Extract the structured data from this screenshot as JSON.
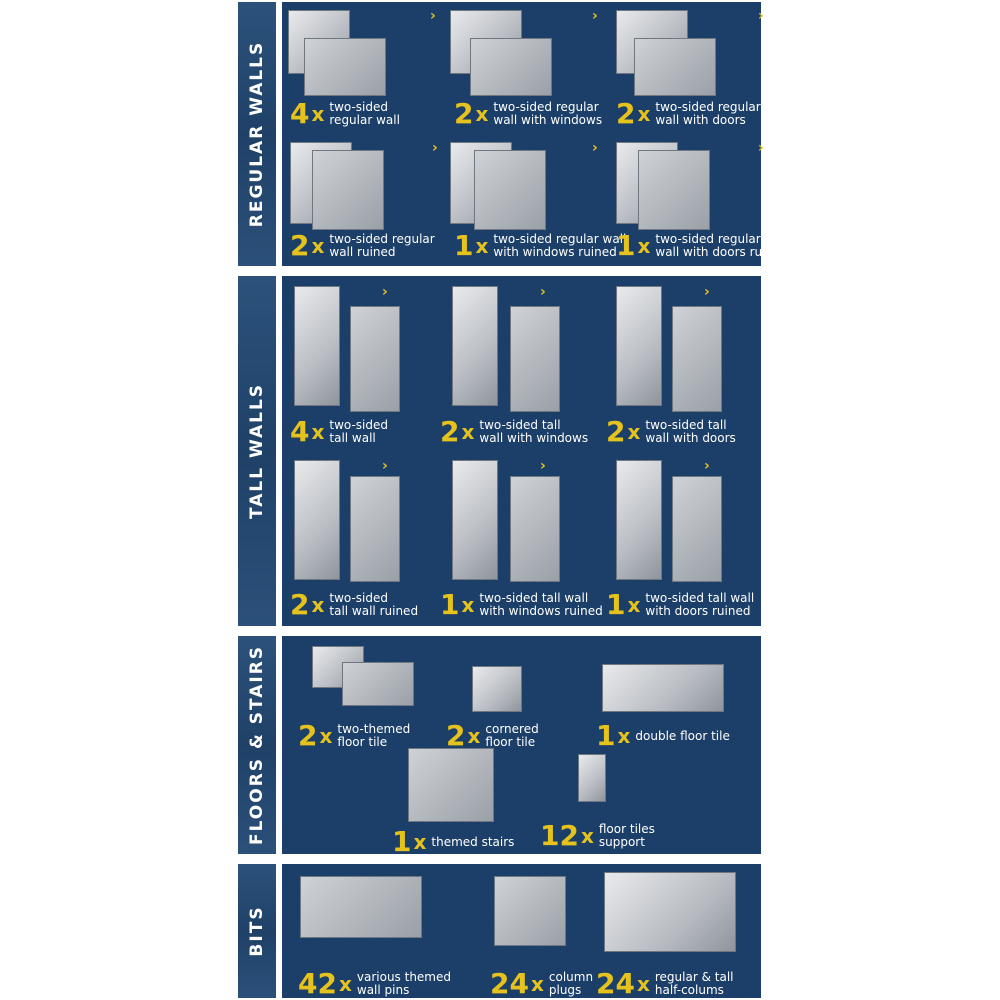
{
  "accent": "#e6c31c",
  "panel": "#1c3f69",
  "sections": [
    {
      "label": "REGULAR WALLS",
      "items": [
        {
          "count": "4",
          "x": "x",
          "l1": "two-sided",
          "l2": "regular wall"
        },
        {
          "count": "2",
          "x": "x",
          "l1": "two-sided regular",
          "l2": "wall with windows"
        },
        {
          "count": "2",
          "x": "x",
          "l1": "two-sided regular",
          "l2": "wall with doors"
        },
        {
          "count": "2",
          "x": "x",
          "l1": "two-sided regular",
          "l2": "wall ruined"
        },
        {
          "count": "1",
          "x": "x",
          "l1": "two-sided regular wall",
          "l2": "with windows ruined"
        },
        {
          "count": "1",
          "x": "x",
          "l1": "two-sided regular",
          "l2": "wall with doors ruined"
        }
      ]
    },
    {
      "label": "TALL WALLS",
      "items": [
        {
          "count": "4",
          "x": "x",
          "l1": "two-sided",
          "l2": "tall wall"
        },
        {
          "count": "2",
          "x": "x",
          "l1": "two-sided tall",
          "l2": "wall with windows"
        },
        {
          "count": "2",
          "x": "x",
          "l1": "two-sided tall",
          "l2": "wall with doors"
        },
        {
          "count": "2",
          "x": "x",
          "l1": "two-sided",
          "l2": "tall wall ruined"
        },
        {
          "count": "1",
          "x": "x",
          "l1": "two-sided tall wall",
          "l2": "with windows ruined"
        },
        {
          "count": "1",
          "x": "x",
          "l1": "two-sided tall wall",
          "l2": "with doors ruined"
        }
      ]
    },
    {
      "label": "FLOORS & STAIRS",
      "items": [
        {
          "count": "2",
          "x": "x",
          "l1": "two-themed",
          "l2": "floor tile"
        },
        {
          "count": "2",
          "x": "x",
          "l1": "cornered",
          "l2": "floor tile"
        },
        {
          "count": "1",
          "x": "x",
          "l1": "double floor tile",
          "l2": ""
        },
        {
          "count": "1",
          "x": "x",
          "l1": "themed stairs",
          "l2": ""
        },
        {
          "count": "12",
          "x": "x",
          "l1": "floor tiles",
          "l2": "support"
        }
      ]
    },
    {
      "label": "BITS",
      "items": [
        {
          "count": "42",
          "x": "x",
          "l1": "various themed",
          "l2": "wall pins"
        },
        {
          "count": "24",
          "x": "x",
          "l1": "column",
          "l2": "plugs"
        },
        {
          "count": "24",
          "x": "x",
          "l1": "regular & tall",
          "l2": "half-colums"
        }
      ]
    }
  ]
}
